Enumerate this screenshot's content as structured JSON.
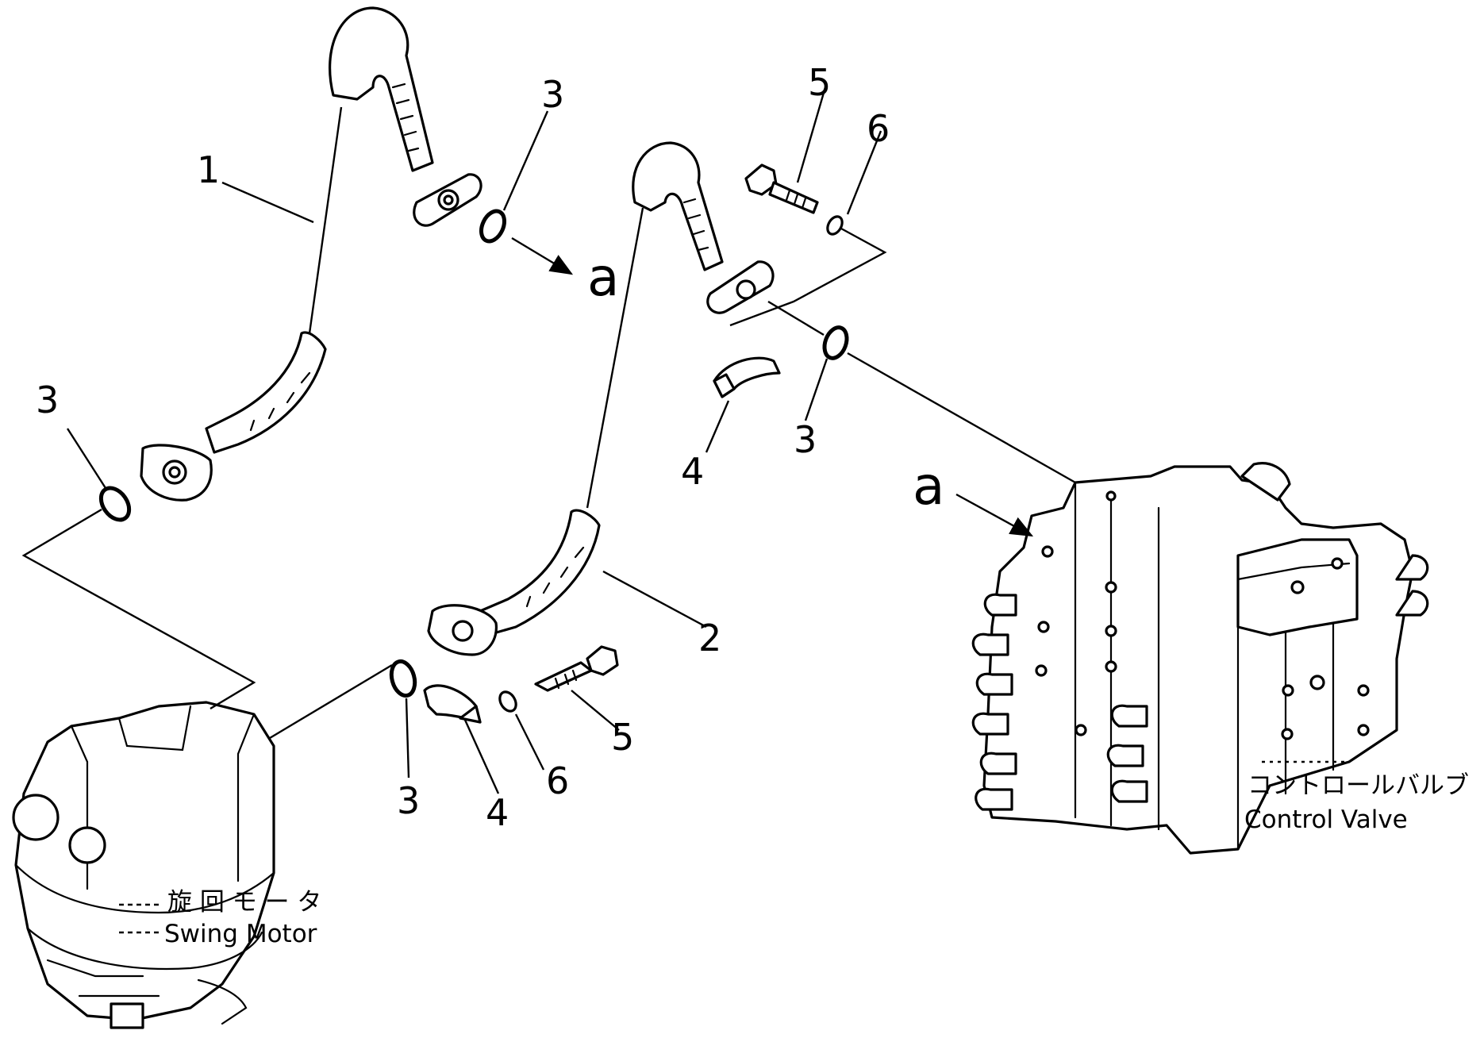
{
  "callouts": {
    "part_1": "1",
    "part_2": "2",
    "part_3": "3",
    "part_4": "4",
    "part_5": "5",
    "part_6": "6",
    "connection_a": "a"
  },
  "components": {
    "swing_motor": {
      "jp": "旋 回 モ ー タ",
      "en": "Swing  Motor"
    },
    "control_valve": {
      "jp": "コントロールバルブ",
      "en": "Control  Valve"
    }
  }
}
